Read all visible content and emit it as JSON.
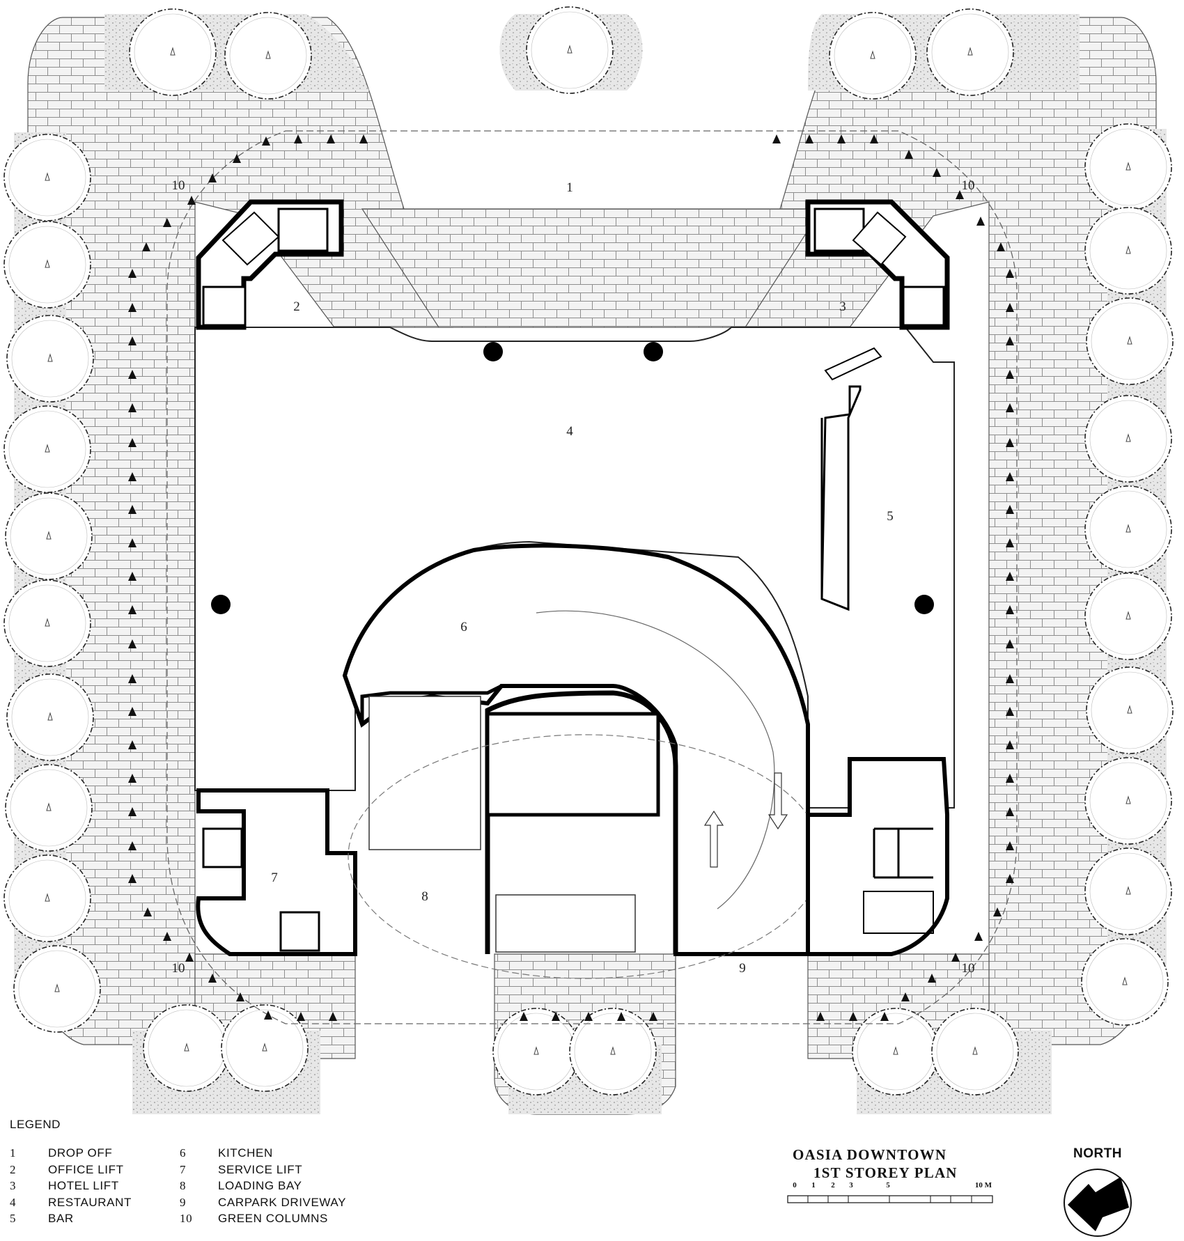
{
  "plan": {
    "title": "OASIA DOWNTOWN",
    "subtitle": "1ST STOREY PLAN",
    "room_numbers": [
      "1",
      "2",
      "3",
      "4",
      "5",
      "6",
      "7",
      "8",
      "9",
      "10"
    ],
    "scale_bar": {
      "labels": [
        "0",
        "1",
        "2",
        "3",
        "5",
        "10 M"
      ]
    },
    "north_label": "NORTH"
  },
  "legend": {
    "heading": "LEGEND",
    "items": [
      {
        "n": "1",
        "label": "DROP OFF"
      },
      {
        "n": "2",
        "label": "OFFICE LIFT"
      },
      {
        "n": "3",
        "label": "HOTEL LIFT"
      },
      {
        "n": "4",
        "label": "RESTAURANT"
      },
      {
        "n": "5",
        "label": "BAR"
      },
      {
        "n": "6",
        "label": "KITCHEN"
      },
      {
        "n": "7",
        "label": "SERVICE LIFT"
      },
      {
        "n": "8",
        "label": "LOADING BAY"
      },
      {
        "n": "9",
        "label": "CARPARK DRIVEWAY"
      },
      {
        "n": "10",
        "label": "GREEN COLUMNS"
      }
    ]
  },
  "colors": {
    "ink": "#111111",
    "paving": "#f2f2f2",
    "paving_line": "#8a8a8a",
    "planter": "#e4e4e4"
  }
}
